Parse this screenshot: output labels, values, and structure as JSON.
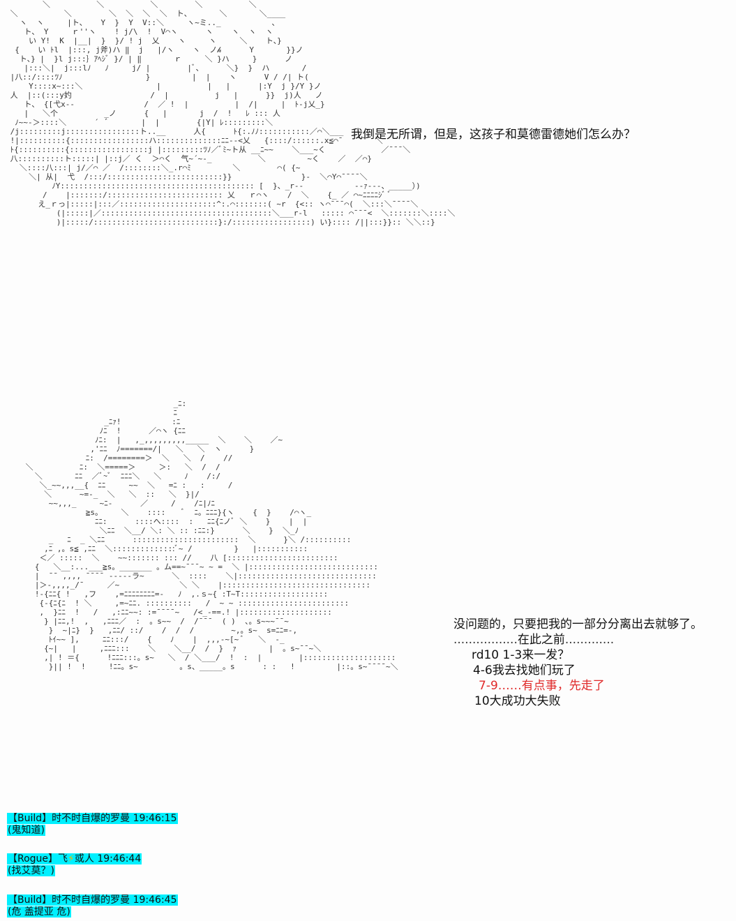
{
  "dialogue_top": "我倒是无所谓，但是，这孩子和莫德雷德她们怎么办？",
  "dialogue_bottom": {
    "line1": "没问题的，只要把我的一部分分离出去就够了。",
    "line2": "在此之前",
    "line3": "rd10 1-3来一发？",
    "line4": "4-6我去找她们玩了",
    "line5": "7-9……有点事，先走了",
    "line6": "10大成功大失败"
  },
  "chat": [
    {
      "tag": "【Build】",
      "name": "时不时自爆的罗曼",
      "time": "19:46:15",
      "msg": "(鬼知道)"
    },
    {
      "tag": "【Rogue】",
      "name_prefix": "飞",
      "name_suffix": "或人",
      "icon": "lightning-icon",
      "time": "19:46:44",
      "msg": "(找艾莫？)"
    },
    {
      "tag": "【Build】",
      "name": "时不时自爆的罗曼",
      "time": "19:46:45",
      "msg": "(危 盖提亚 危)"
    }
  ],
  "colors": {
    "highlight": "#00f0ff",
    "red": "#e02a2a",
    "bolt": "#f2b800"
  }
}
